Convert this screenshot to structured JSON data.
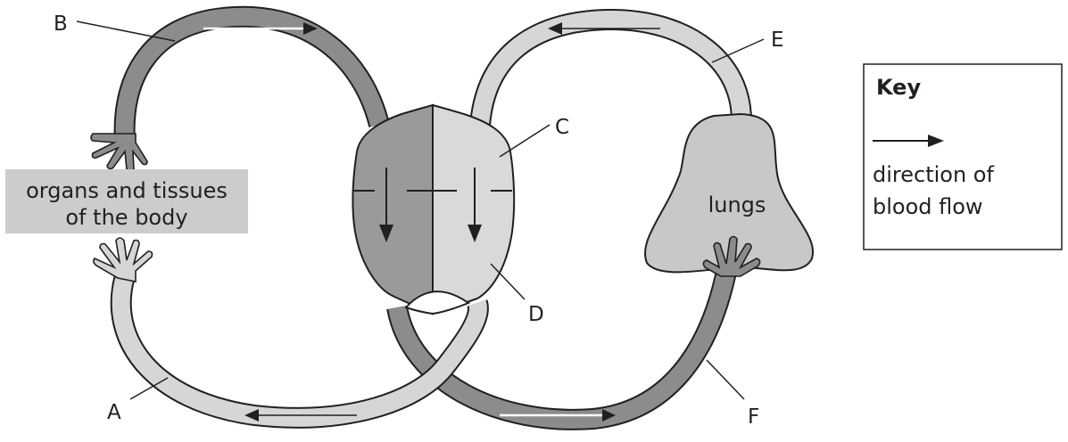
{
  "labels": {
    "a": "A",
    "b": "B",
    "c": "C",
    "d": "D",
    "e": "E",
    "f": "F"
  },
  "body_box": {
    "line1": "organs and tissues",
    "line2": "of the body"
  },
  "lungs_label": "lungs",
  "key": {
    "title": "Key",
    "line1": "direction of",
    "line2": "blood flow"
  },
  "colors": {
    "dark_vessel": "#8c8c8c",
    "light_vessel": "#d6d6d6",
    "heart_left": "#9a9a9a",
    "heart_right": "#d9d9d9",
    "lungs": "#c8c8c8",
    "body_box": "#cccccc",
    "outline": "#231f20"
  }
}
